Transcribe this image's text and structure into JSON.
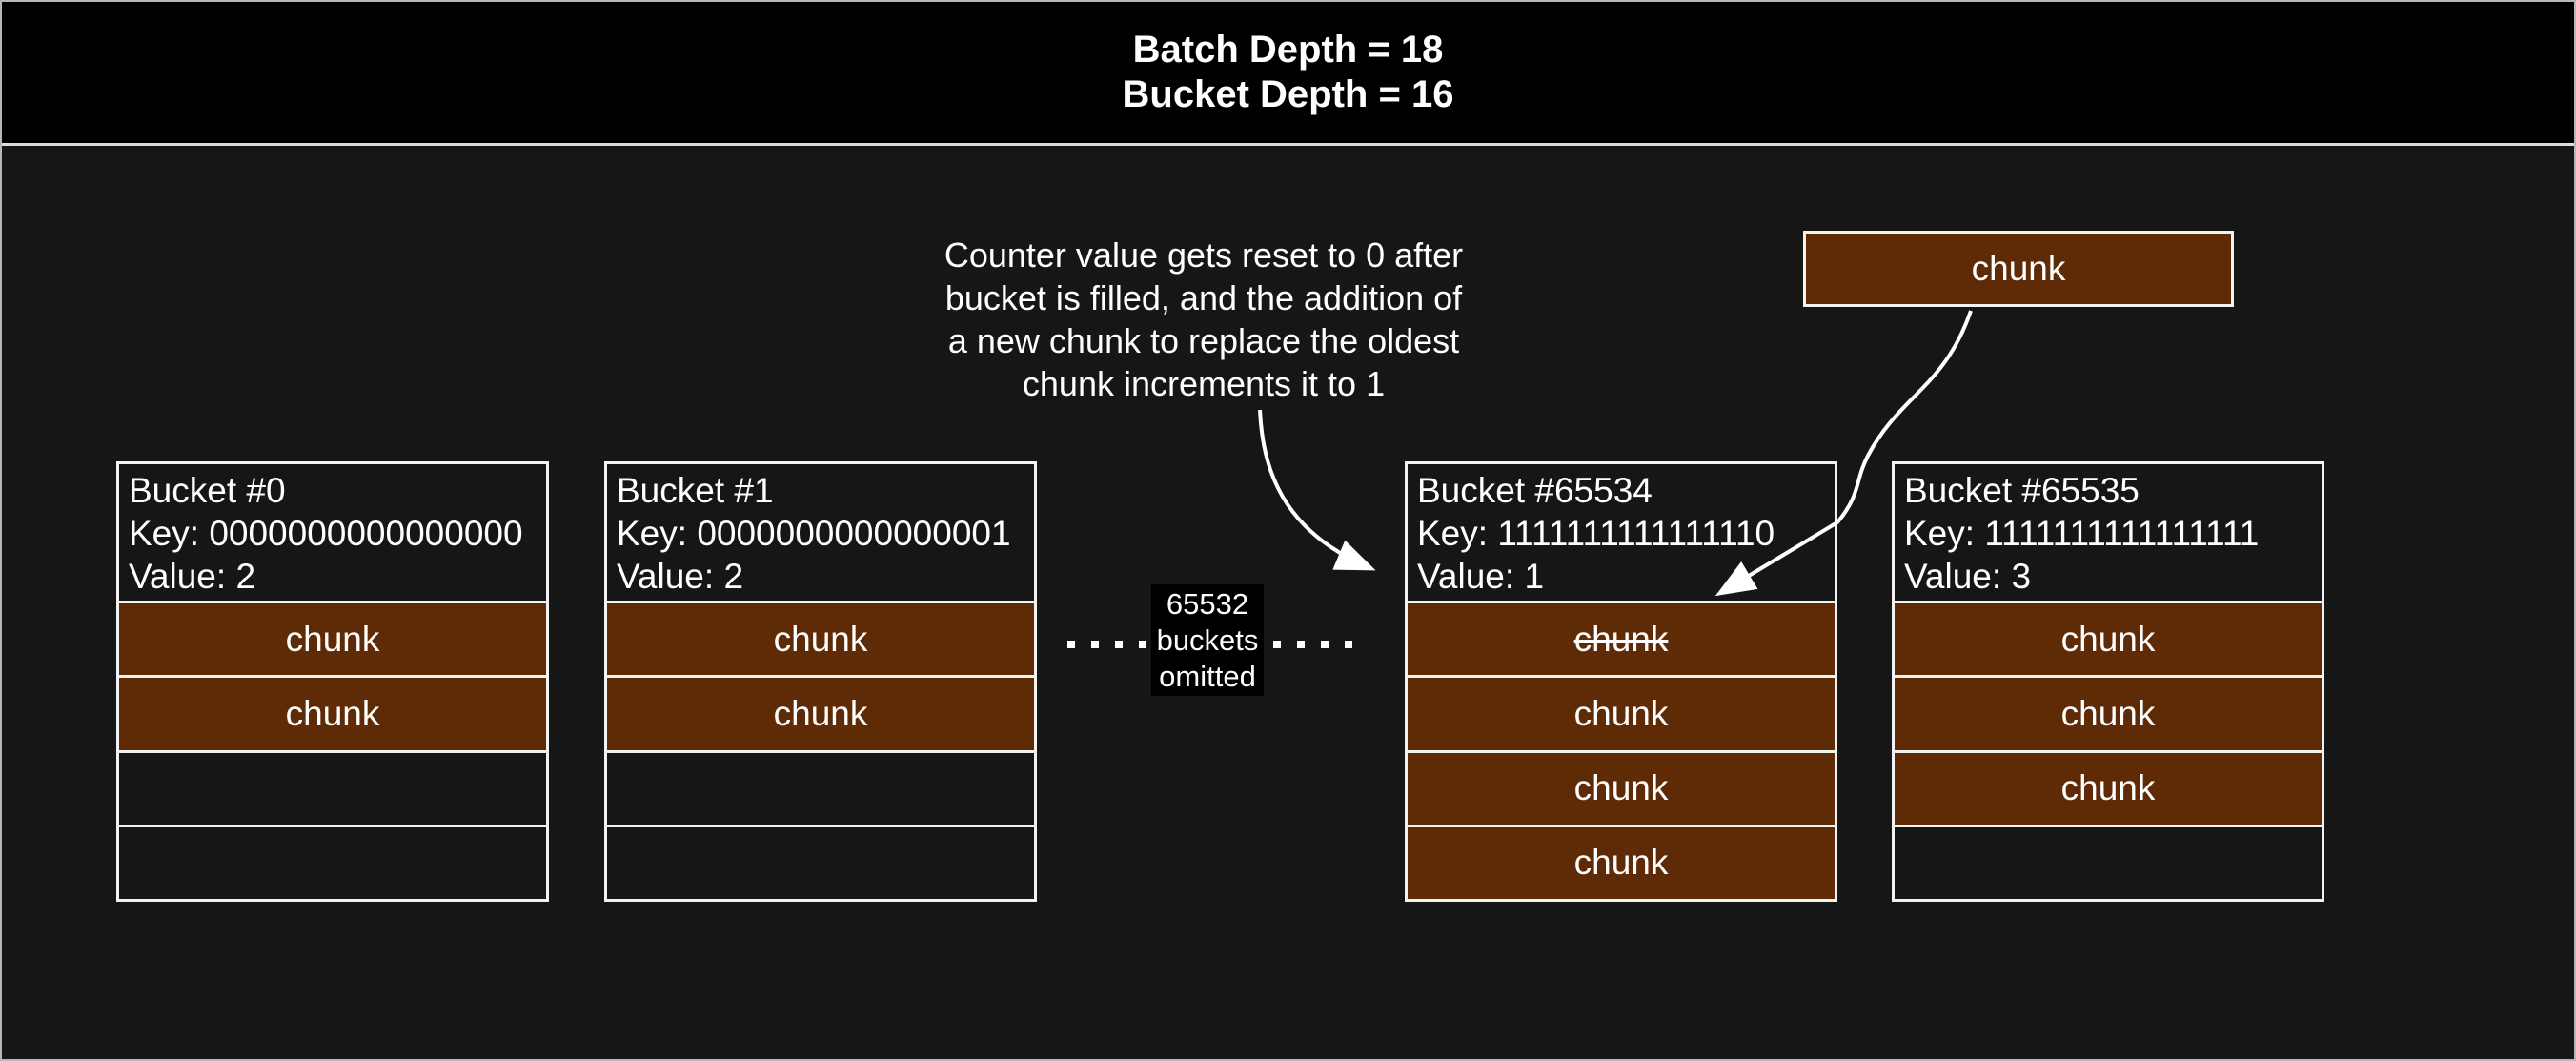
{
  "header": {
    "line1": "Batch Depth = 18",
    "line2": "Bucket Depth = 16"
  },
  "annotation": {
    "lines": [
      "Counter value gets reset to 0 after",
      "bucket is filled, and the addition of",
      "a new chunk to replace the oldest",
      "chunk increments it to 1"
    ]
  },
  "floating_chunk": {
    "label": "chunk"
  },
  "omitted": {
    "lines": [
      "65532",
      "buckets",
      "omitted"
    ]
  },
  "buckets": [
    {
      "title": "Bucket #0",
      "key": "Key: 0000000000000000",
      "value": "Value: 2",
      "slots": [
        {
          "label": "chunk",
          "filled": true,
          "strike": false
        },
        {
          "label": "chunk",
          "filled": true,
          "strike": false
        },
        {
          "label": "",
          "filled": false,
          "strike": false
        },
        {
          "label": "",
          "filled": false,
          "strike": false
        }
      ]
    },
    {
      "title": "Bucket #1",
      "key": "Key: 0000000000000001",
      "value": "Value: 2",
      "slots": [
        {
          "label": "chunk",
          "filled": true,
          "strike": false
        },
        {
          "label": "chunk",
          "filled": true,
          "strike": false
        },
        {
          "label": "",
          "filled": false,
          "strike": false
        },
        {
          "label": "",
          "filled": false,
          "strike": false
        }
      ]
    },
    {
      "title": "Bucket #65534",
      "key": "Key: 1111111111111110",
      "value": "Value: 1",
      "slots": [
        {
          "label": "chunk",
          "filled": true,
          "strike": true
        },
        {
          "label": "chunk",
          "filled": true,
          "strike": false
        },
        {
          "label": "chunk",
          "filled": true,
          "strike": false
        },
        {
          "label": "chunk",
          "filled": true,
          "strike": false
        }
      ]
    },
    {
      "title": "Bucket #65535",
      "key": "Key: 1111111111111111",
      "value": "Value: 3",
      "slots": [
        {
          "label": "chunk",
          "filled": true,
          "strike": false
        },
        {
          "label": "chunk",
          "filled": true,
          "strike": false
        },
        {
          "label": "chunk",
          "filled": true,
          "strike": false
        },
        {
          "label": "",
          "filled": false,
          "strike": false
        }
      ]
    }
  ],
  "colors": {
    "background": "#161616",
    "header_bg": "#000000",
    "border": "#f2f2f2",
    "chunk_fill": "#5f2b07",
    "text": "#ffffff"
  }
}
